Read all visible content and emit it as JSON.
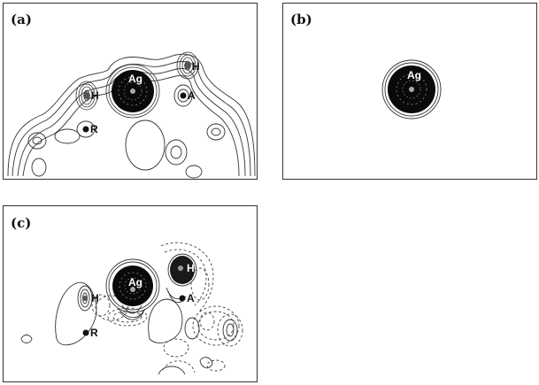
{
  "panels": [
    {
      "label": "(a)",
      "atoms": {
        "ag": "Ag",
        "h1": "H",
        "h2": "H",
        "a": "A",
        "r": "R"
      }
    },
    {
      "label": "(b)",
      "atoms": {
        "ag": "Ag"
      }
    },
    {
      "label": "(c)",
      "atoms": {
        "ag": "Ag",
        "h1": "H",
        "h2": "H",
        "a": "A",
        "r": "R"
      }
    }
  ]
}
